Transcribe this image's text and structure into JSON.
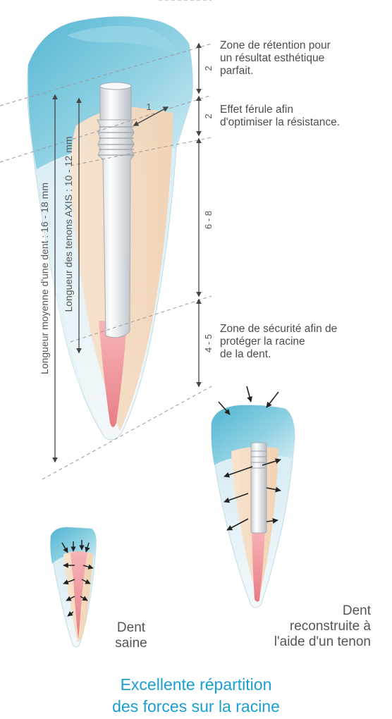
{
  "measurements": {
    "zone1": "2",
    "zone2": "2",
    "zone3": "6 - 8",
    "zone4": "4 - 5",
    "ferrule_depth": "1",
    "tooth_length_label": "Longueur moyenne d'une dent : 16 - 18 mm",
    "post_length_label": "Longueur des tenons AXIS : 10 - 12 mm"
  },
  "notes": {
    "retention": [
      "Zone de rétention pour",
      "un résultat esthétique",
      "parfait."
    ],
    "ferrule": [
      "Effet férule afin",
      "d'optimiser la résistance."
    ],
    "safety": [
      "Zone de sécurité afin de",
      "protéger la racine",
      "de la dent."
    ]
  },
  "captions": {
    "healthy": [
      "Dent",
      "saine"
    ],
    "rebuilt": [
      "Dent",
      "reconstruite à",
      "l'aide d'un tenon"
    ]
  },
  "headline": [
    "Excellente répartition",
    "des forces sur la racine"
  ],
  "colors": {
    "enamel": "#6fc3d9",
    "dentin": "#f6dcc2",
    "pulp": "#ee8f97",
    "post": "#eef0f2",
    "headline": "#1a9fd1"
  }
}
